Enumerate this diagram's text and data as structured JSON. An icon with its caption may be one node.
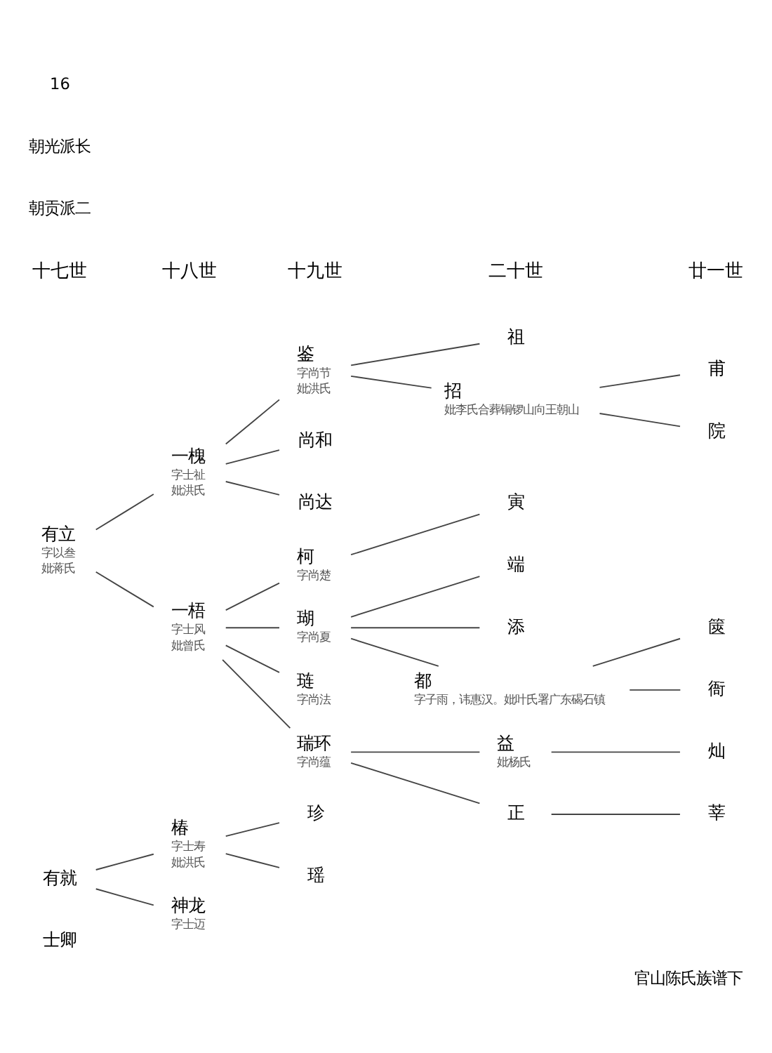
{
  "diagram": {
    "caption": "官山陈氏族谱下",
    "nodes": [
      {
        "text": [
          "士卿"
        ]
      },
      {
        "text": [
          "有就"
        ]
      },
      {
        "text": [
          "椿"
        ],
        "beside": [
          "字士寿",
          "妣洪氏"
        ]
      },
      {
        "text": [
          "神龙"
        ],
        "beside": [
          "字士迈"
        ]
      },
      {
        "text": [
          "珍"
        ]
      },
      {
        "text": [
          "瑶"
        ]
      },
      {
        "text": [
          "有立"
        ],
        "beside": [
          "字以叁",
          "妣蒋氏"
        ]
      },
      {
        "text": [
          "一槐"
        ],
        "beside": [
          "字士祉",
          "妣洪氏"
        ]
      },
      {
        "text": [
          "鉴"
        ],
        "beside": [
          "字尚节",
          "妣洪氏"
        ]
      },
      {
        "text": [
          "祖"
        ]
      },
      {
        "text": [
          "招"
        ],
        "beside": [
          "妣李氏合葬铜锣山向王朝山"
        ]
      },
      {
        "text": [
          "甫"
        ]
      },
      {
        "text": [
          "院"
        ]
      },
      {
        "text": [
          "尚和"
        ]
      },
      {
        "text": [
          "尚达"
        ]
      },
      {
        "text": [
          "一梧"
        ],
        "beside": [
          "字士风",
          "妣曾氏"
        ]
      },
      {
        "text": [
          "柯"
        ],
        "beside": [
          "字尚楚"
        ]
      },
      {
        "text": [
          "寅"
        ]
      },
      {
        "text": [
          "瑚"
        ],
        "beside": [
          "字尚夏"
        ]
      },
      {
        "text": [
          "端"
        ]
      },
      {
        "text": [
          "添"
        ]
      },
      {
        "text": [
          "都"
        ],
        "beside": [
          "字子雨，讳惠汉。妣叶氏署广东碣石镇"
        ]
      },
      {
        "text": [
          "篋"
        ]
      },
      {
        "text": [
          "衙"
        ]
      },
      {
        "text": [
          "琏"
        ],
        "beside": [
          "字尚法"
        ]
      },
      {
        "text": [
          "瑞环"
        ],
        "beside": [
          "字尚蕴"
        ]
      },
      {
        "text": [
          "益"
        ],
        "beside": [
          "妣杨氏"
        ]
      },
      {
        "text": [
          "正"
        ]
      },
      {
        "text": [
          "灿"
        ]
      },
      {
        "text": [
          "莘"
        ]
      }
    ],
    "edges": [
      {
        "from": 1,
        "to": 2,
        "arrow": "none"
      },
      {
        "from": 1,
        "to": 3,
        "arrow": "none"
      },
      {
        "from": 2,
        "to": 4,
        "arrow": "none"
      },
      {
        "from": 2,
        "to": 5,
        "arrow": "none"
      },
      {
        "from": 6,
        "to": 7,
        "arrow": "none"
      },
      {
        "from": 6,
        "to": 15,
        "arrow": "none"
      },
      {
        "from": 7,
        "to": 8,
        "arrow": "none"
      },
      {
        "from": 7,
        "to": 13,
        "arrow": "none"
      },
      {
        "from": 7,
        "to": 14,
        "arrow": "none"
      },
      {
        "from": 8,
        "to": 9,
        "arrow": "none"
      },
      {
        "from": 8,
        "to": 10,
        "arrow": "none"
      },
      {
        "from": 10,
        "to": 11,
        "arrow": "none"
      },
      {
        "from": 10,
        "to": 12,
        "arrow": "none"
      },
      {
        "from": 15,
        "to": 16,
        "arrow": "none"
      },
      {
        "from": 15,
        "to": 18,
        "arrow": "none"
      },
      {
        "from": 15,
        "to": 24,
        "arrow": "none"
      },
      {
        "from": 15,
        "to": 25,
        "arrow": "none"
      },
      {
        "from": 16,
        "to": 17,
        "arrow": "none"
      },
      {
        "from": 18,
        "to": 19,
        "arrow": "none"
      },
      {
        "from": 18,
        "to": 20,
        "arrow": "none"
      },
      {
        "from": 18,
        "to": 21,
        "arrow": "none"
      },
      {
        "from": 21,
        "to": 22,
        "arrow": "none"
      },
      {
        "from": 21,
        "to": 23,
        "arrow": "none"
      },
      {
        "from": 25,
        "to": 26,
        "arrow": "none"
      },
      {
        "from": 25,
        "to": 27,
        "arrow": "none"
      },
      {
        "from": 26,
        "to": 28,
        "arrow": "none"
      },
      {
        "from": 27,
        "to": 29,
        "arrow": "none"
      }
    ],
    "labels": [
      "十七世",
      "十八世",
      "十九世",
      "二十世",
      "廿一世",
      "朝贡派二",
      "朝光派长",
      "16"
    ]
  }
}
